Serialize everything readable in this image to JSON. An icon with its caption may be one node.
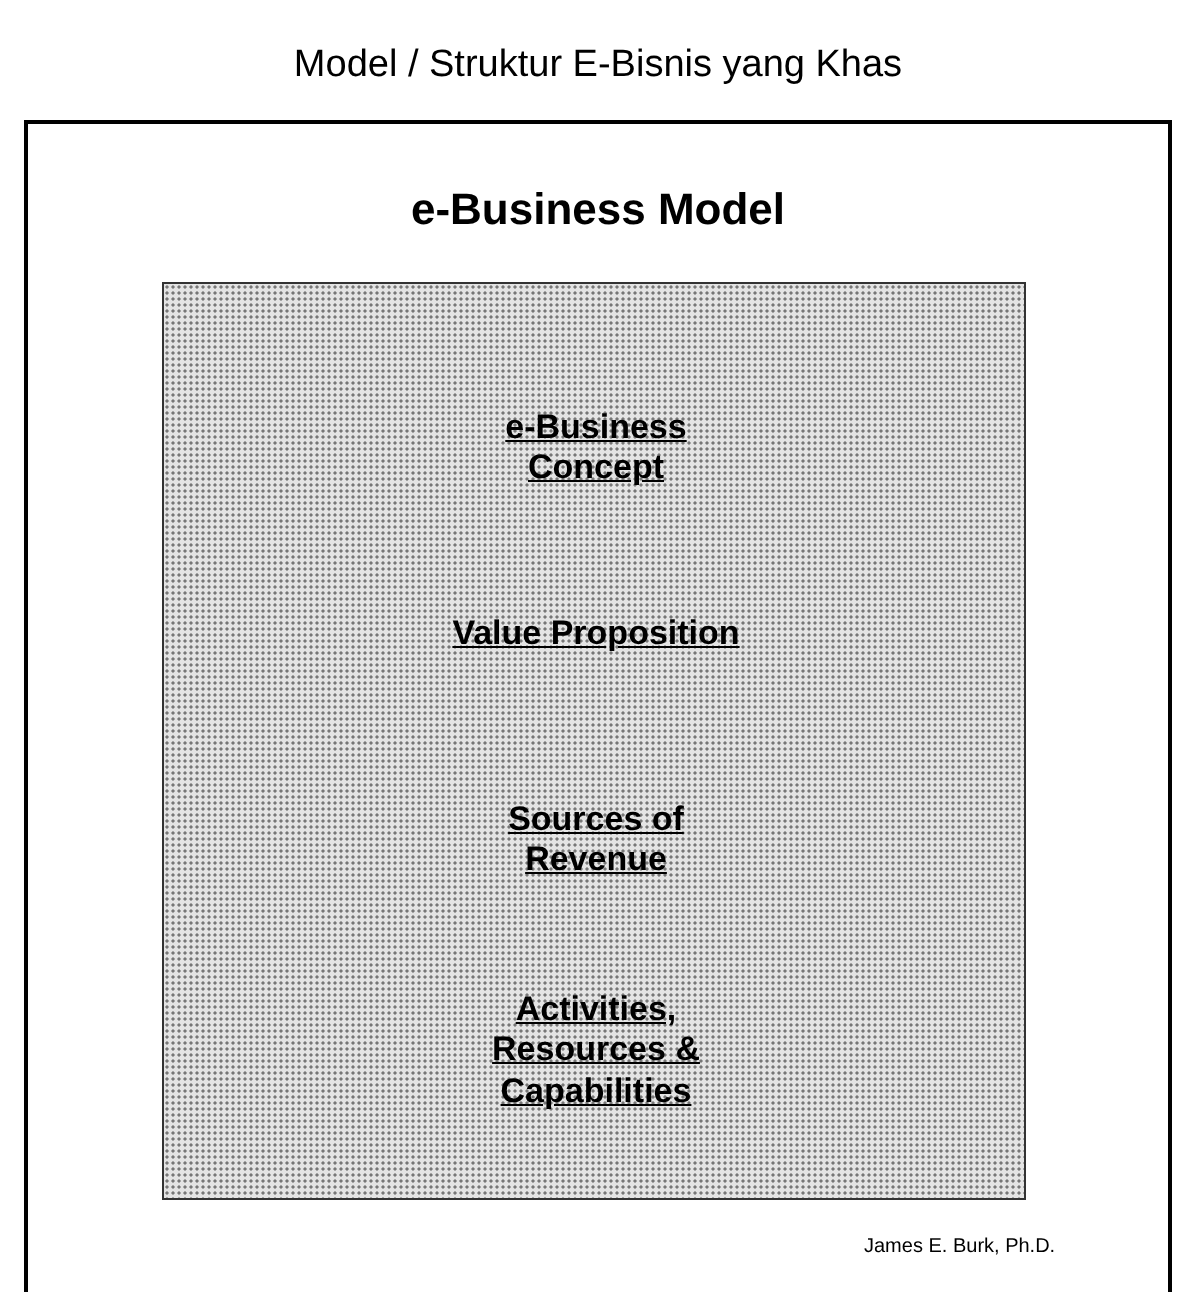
{
  "diagram": {
    "title": "Model / Struktur E-Bisnis yang Khas",
    "nodes": [
      {
        "text": [
          "e-Business Model"
        ]
      },
      {
        "text": [
          "e-Business Concept",
          "Value Proposition",
          "Sources of Revenue",
          "Activities, Resources & Capabilities"
        ],
        "in": 0
      }
    ],
    "labels": [
      "James E. Burk, Ph.D."
    ]
  }
}
